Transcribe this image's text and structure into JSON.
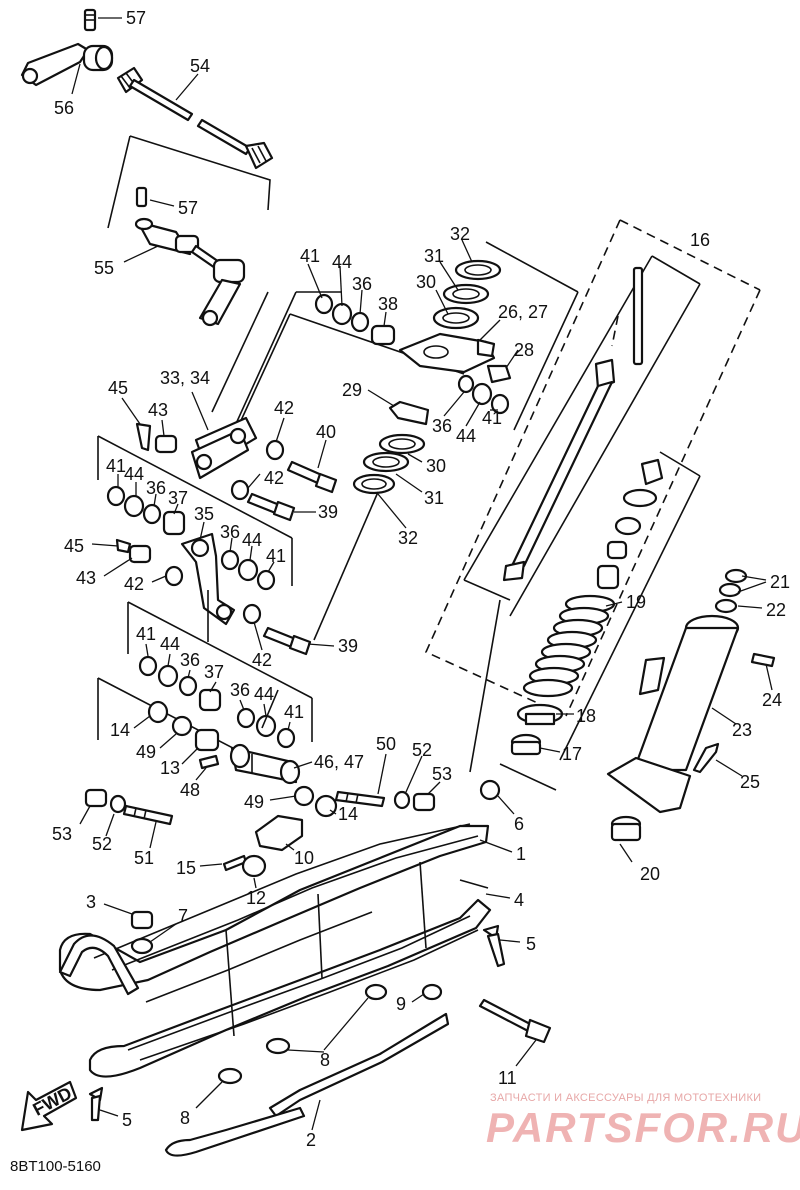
{
  "catalog_code": "8BT100-5160",
  "watermark": {
    "tagline": "ЗАПЧАСТИ И АКСЕССУАРЫ ДЛЯ МОТОТЕХНИКИ",
    "logo": "PARTSFOR.RU"
  },
  "fwd_label": "FWD",
  "callouts": {
    "c57a": "57",
    "c56": "56",
    "c54": "54",
    "c57b": "57",
    "c55": "55",
    "c41a": "41",
    "c44a": "44",
    "c36a": "36",
    "c38": "38",
    "c32a": "32",
    "c31a": "31",
    "c30a": "30",
    "c2627": "26, 27",
    "c28": "28",
    "c16": "16",
    "c29": "29",
    "c36b": "36",
    "c44b": "44",
    "c41b": "41",
    "c30b": "30",
    "c31b": "31",
    "c32b": "32",
    "c45a": "45",
    "c3334": "33, 34",
    "c43a": "43",
    "c42a": "42",
    "c40": "40",
    "c42b": "42",
    "c39a": "39",
    "c41c": "41",
    "c44c": "44",
    "c36c": "36",
    "c37a": "37",
    "c35": "35",
    "c45b": "45",
    "c43b": "43",
    "c42c": "42",
    "c36d": "36",
    "c44d": "44",
    "c41d": "41",
    "c19": "19",
    "c21": "21",
    "c22": "22",
    "c24": "24",
    "c23": "23",
    "c18": "18",
    "c17": "17",
    "c25": "25",
    "c39b": "39",
    "c42d": "42",
    "c41e": "41",
    "c44e": "44",
    "c36e": "36",
    "c37b": "37",
    "c36f": "36",
    "c44f": "44",
    "c41f": "41",
    "c14a": "14",
    "c49a": "49",
    "c13": "13",
    "c4647": "46, 47",
    "c50": "50",
    "c52a": "52",
    "c53a": "53",
    "c48": "48",
    "c49b": "49",
    "c14b": "14",
    "c6": "6",
    "c53b": "53",
    "c52b": "52",
    "c51": "51",
    "c10": "10",
    "c1": "1",
    "c20": "20",
    "c15": "15",
    "c12": "12",
    "c3": "3",
    "c7": "7",
    "c4": "4",
    "c5a": "5",
    "c9": "9",
    "c8a": "8",
    "c11": "11",
    "c8b": "8",
    "c5b": "5",
    "c2": "2"
  }
}
